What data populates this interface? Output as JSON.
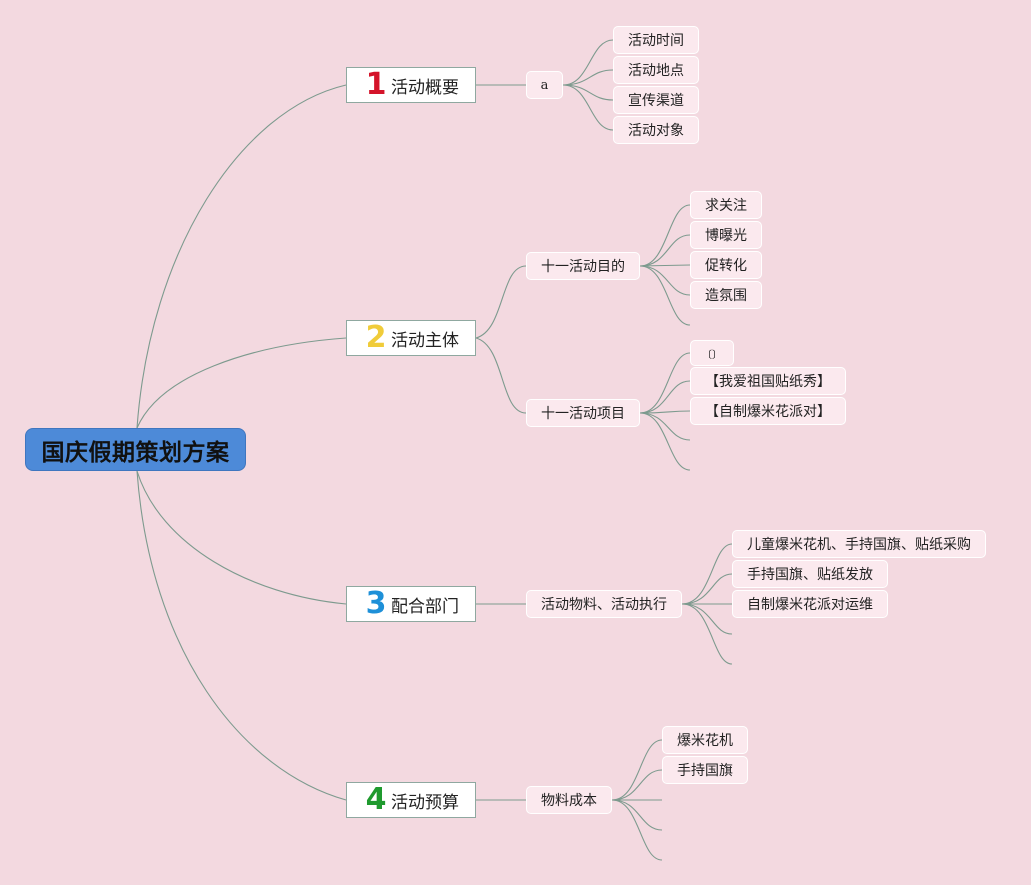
{
  "root": {
    "title": "国庆假期策划方案"
  },
  "branches": [
    {
      "number": "1",
      "number_color": "#d4142a",
      "label": "活动概要",
      "subs": [
        {
          "label": "a",
          "leaves": [
            "活动时间",
            "活动地点",
            "宣传渠道",
            "活动对象"
          ]
        }
      ]
    },
    {
      "number": "2",
      "number_color": "#f0cc3a",
      "label": "活动主体",
      "subs": [
        {
          "label": "十一活动目的",
          "leaves": [
            "求关注",
            "博曝光",
            "促转化",
            "造氛围"
          ]
        },
        {
          "label": "十一活动项目",
          "leaves": [
            "〔〕",
            "【我爱祖国贴纸秀】",
            "【自制爆米花派对】"
          ]
        }
      ]
    },
    {
      "number": "3",
      "number_color": "#1e90d8",
      "label": "配合部门",
      "subs": [
        {
          "label": "活动物料、活动执行",
          "leaves": [
            "儿童爆米花机、手持国旗、贴纸采购",
            "手持国旗、贴纸发放",
            "自制爆米花派对运维"
          ]
        }
      ]
    },
    {
      "number": "4",
      "number_color": "#1f9a2e",
      "label": "活动预算",
      "subs": [
        {
          "label": "物料成本",
          "leaves": [
            "爆米花机",
            "手持国旗"
          ]
        }
      ]
    }
  ],
  "colors": {
    "background": "#f3d9e0",
    "root_fill": "#4d8ad8",
    "connector": "#7d9a8e"
  }
}
